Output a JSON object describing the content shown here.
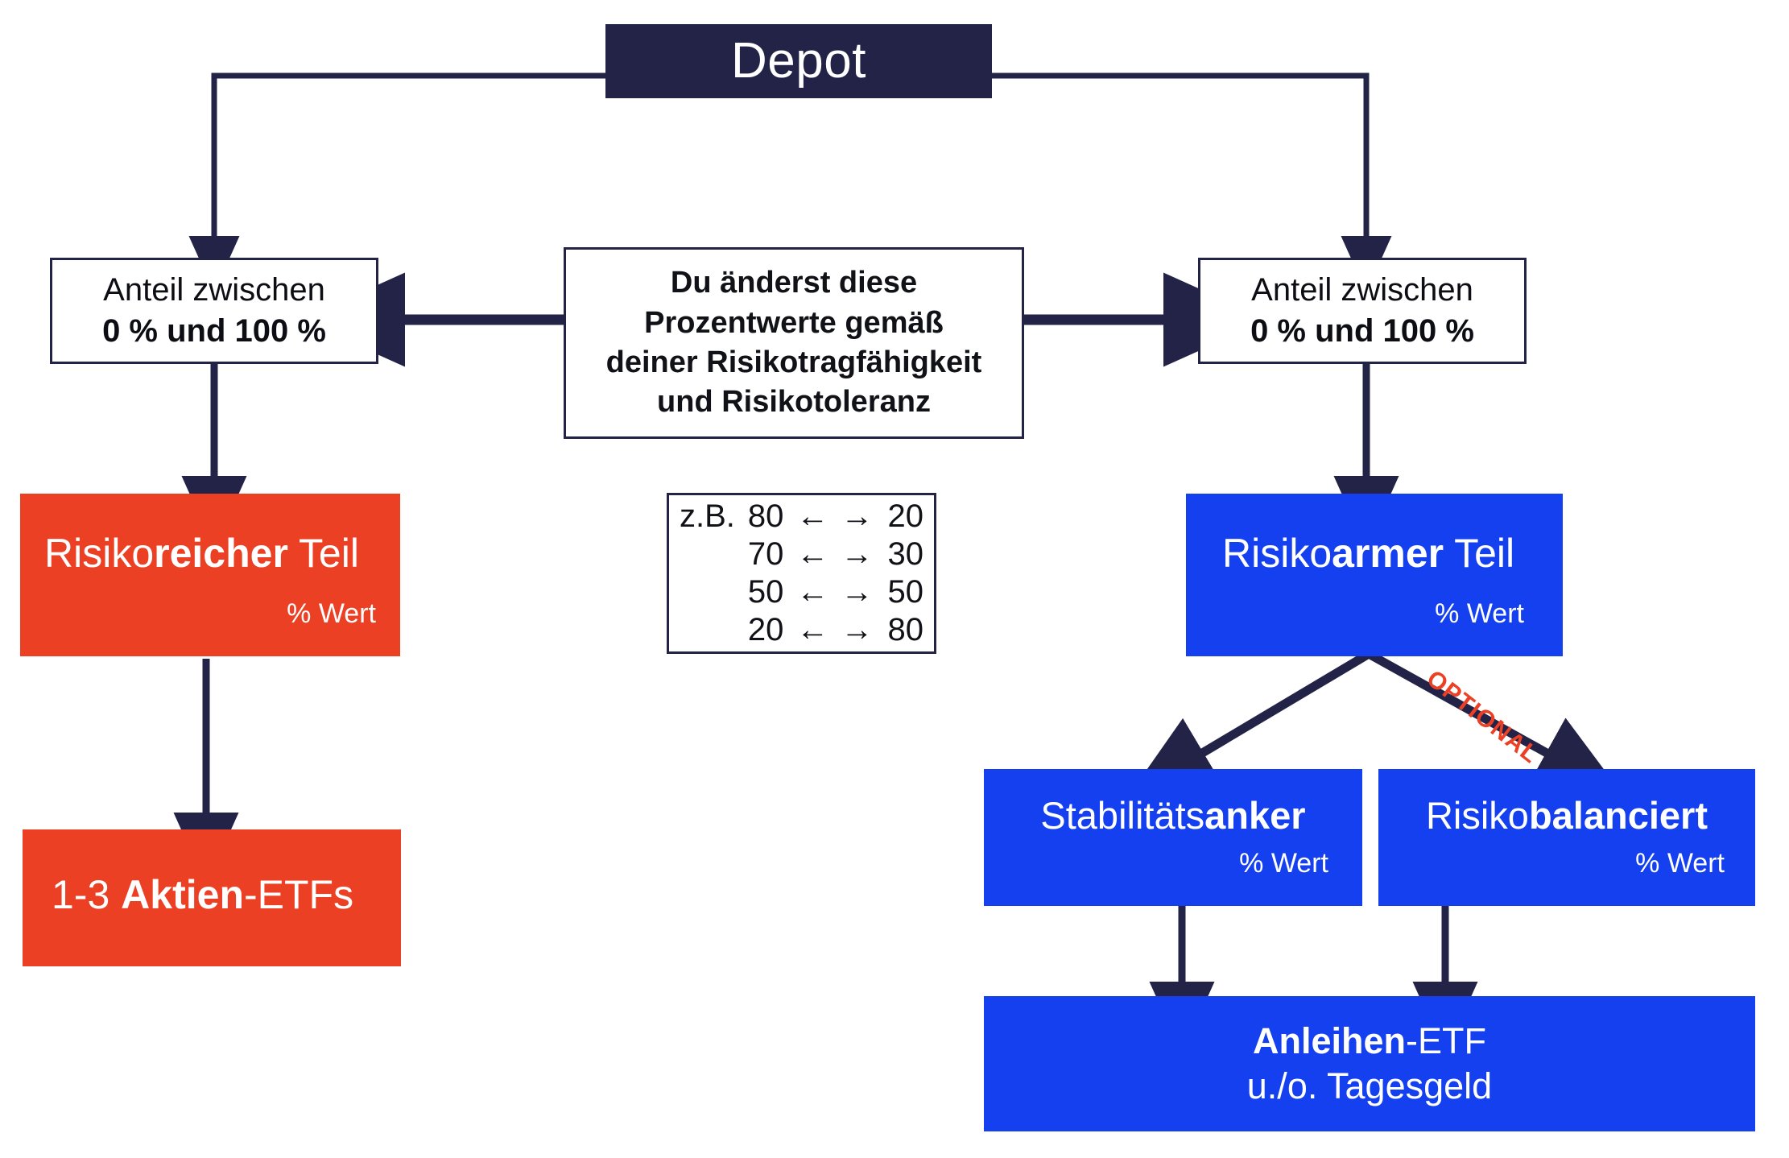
{
  "diagram": {
    "title": "Depot",
    "colors": {
      "dark": "#232348",
      "red": "#EC4025",
      "blue": "#1540F0",
      "white": "#FFFFFF",
      "background": "#FFFFFF"
    },
    "root": {
      "label": "Depot"
    },
    "share_left": {
      "line1": "Anteil zwischen",
      "line2": "0 % und 100 %"
    },
    "share_right": {
      "line1": "Anteil zwischen",
      "line2": "0 % und 100 %"
    },
    "note": {
      "line1": "Du änderst diese",
      "line2": "Prozentwerte gemäß",
      "line3": "deiner Risikotragfähigkeit",
      "line4": "und Risikotoleranz"
    },
    "examples": {
      "lead": "z.B.",
      "arrow_left": "←",
      "arrow_right": "→",
      "rows": [
        {
          "left": "80",
          "right": "20"
        },
        {
          "left": "70",
          "right": "30"
        },
        {
          "left": "50",
          "right": "50"
        },
        {
          "left": "20",
          "right": "80"
        }
      ]
    },
    "risky": {
      "label_normal_1": "Risiko",
      "label_bold": "reicher",
      "label_normal_2": " Teil",
      "value": "% Wert"
    },
    "equities": {
      "prefix": "1-3 ",
      "bold": "Aktien",
      "suffix": "-ETFs"
    },
    "safe": {
      "label_normal_1": "Risiko",
      "label_bold": "armer",
      "label_normal_2": " Teil",
      "value": "% Wert"
    },
    "optional_badge": "OPTIONAL",
    "anchor": {
      "label_normal_1": "Stabilitäts",
      "label_bold": "anker",
      "value": "% Wert"
    },
    "balanced": {
      "label_normal_1": "Risiko",
      "label_bold": "balanciert",
      "value": "% Wert"
    },
    "bonds": {
      "line1_bold": "Anleihen",
      "line1_suffix": "-ETF",
      "line2": "u./o. Tagesgeld"
    }
  }
}
